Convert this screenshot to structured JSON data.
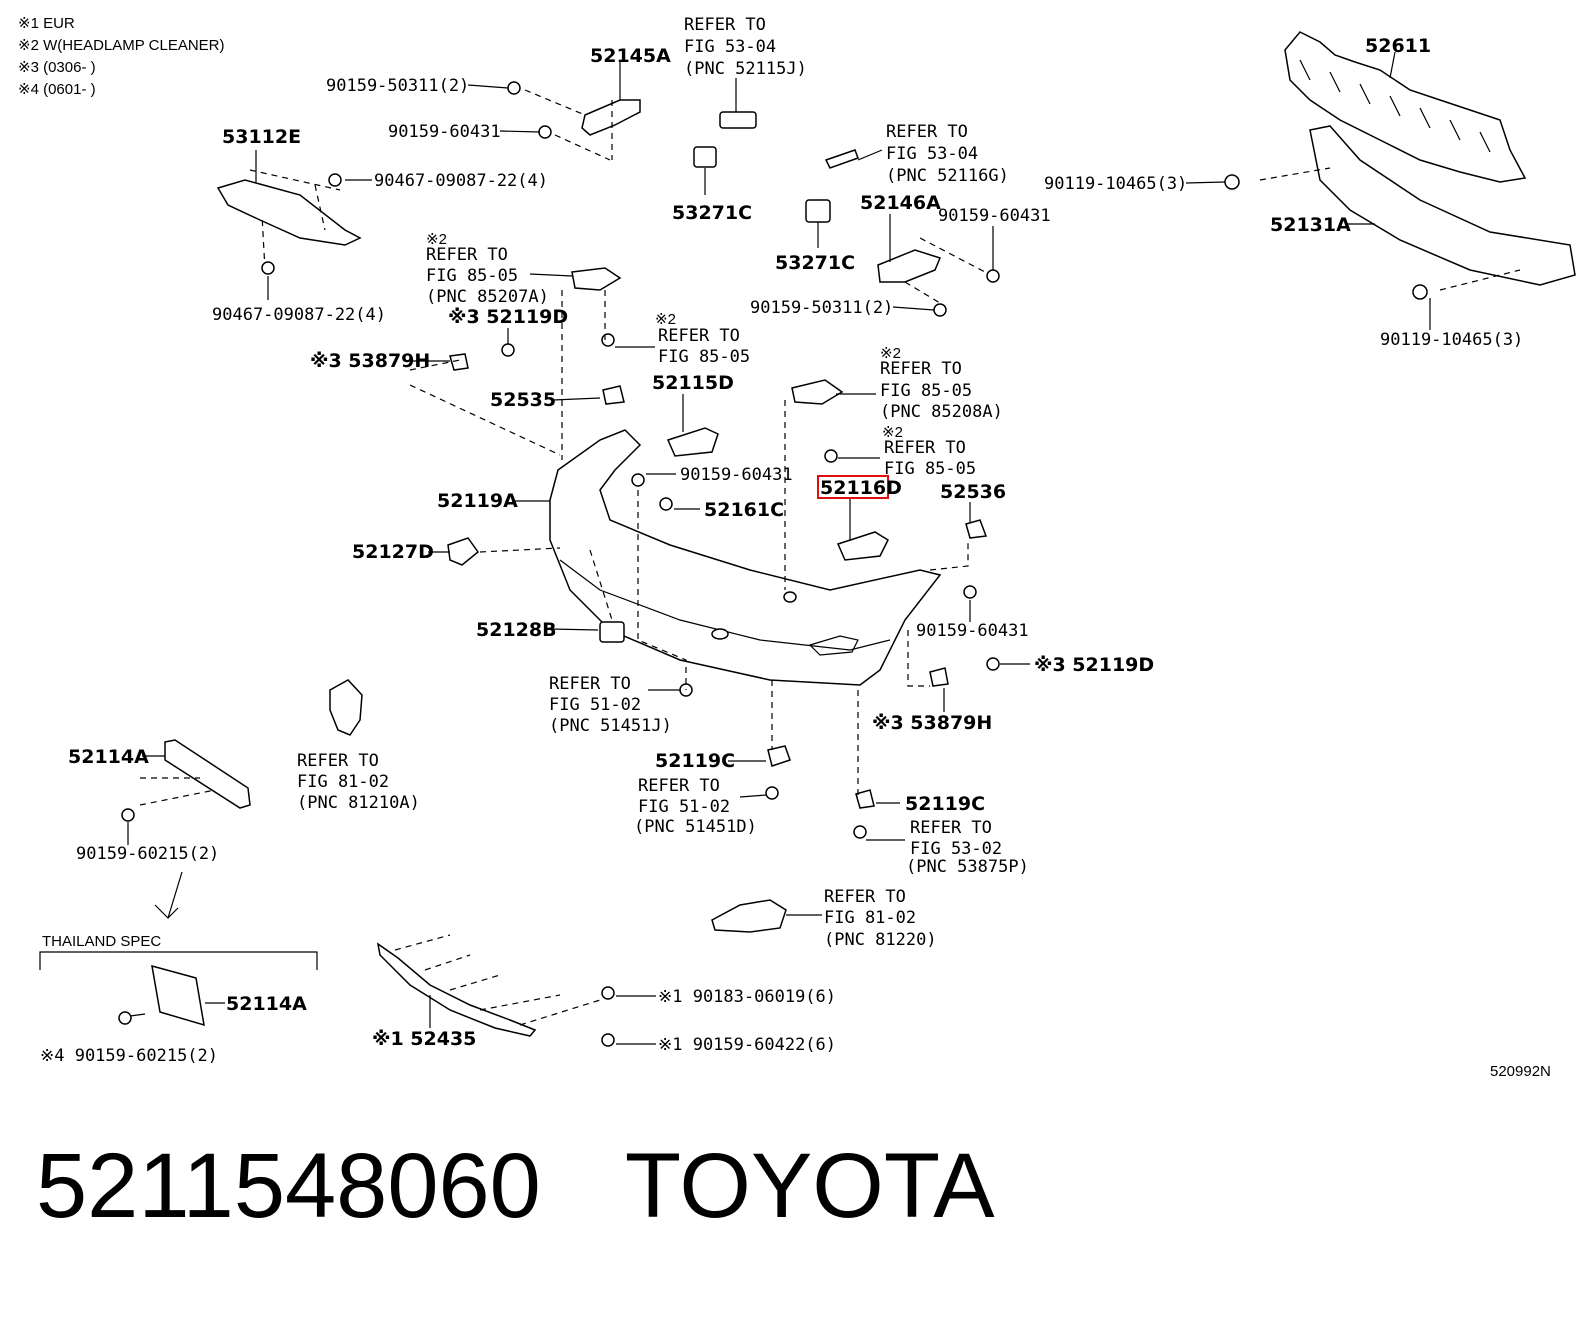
{
  "notes": [
    "※1 EUR",
    "※2 W(HEADLAMP CLEANER)",
    "※3 (0306-        )",
    "※4 (0601-        )"
  ],
  "labels": {
    "p52145A": "52145A",
    "p53112E": "53112E",
    "p52611": "52611",
    "p52131A": "52131A",
    "p53271C_a": "53271C",
    "p53271C_b": "53271C",
    "p52146A": "52146A",
    "p52119D_a": "※3 52119D",
    "p53879H_a": "※3 53879H",
    "p52535": "52535",
    "p52115D": "52115D",
    "p52119A": "52119A",
    "p52161C": "52161C",
    "p52116D": "52116D",
    "p52536": "52536",
    "p52127D": "52127D",
    "p52128B": "52128B",
    "p52119D_b": "※3 52119D",
    "p53879H_b": "※3 53879H",
    "p52114A_a": "52114A",
    "p52119C_a": "52119C",
    "p52119C_b": "52119C",
    "p52114A_b": "52114A",
    "p52435": "※1 52435",
    "b90159_50311_a": "90159-50311(2)",
    "b90159_60431_a": "90159-60431",
    "b90467_a": "90467-09087-22(4)",
    "b90467_b": "90467-09087-22(4)",
    "b90119_a": "90119-10465(3)",
    "b90119_b": "90119-10465(3)",
    "b90159_60431_b": "90159-60431",
    "b90159_50311_b": "90159-50311(2)",
    "b90159_60431_c": "90159-60431",
    "b90159_60431_d": "90159-60431",
    "b90159_60215_a": "90159-60215(2)",
    "b90159_60215_b": "※4 90159-60215(2)",
    "b90183": "※1 90183-06019(6)",
    "b90159_60422": "※1 90159-60422(6)",
    "diagram_code": "520992N",
    "thailand_spec": "THAILAND SPEC"
  },
  "refers": {
    "r1": [
      "REFER TO",
      "FIG 53-04",
      "(PNC 52115J)"
    ],
    "r2": [
      "REFER TO",
      "FIG 53-04",
      "(PNC 52116G)"
    ],
    "r3": [
      "※2",
      "REFER TO",
      "FIG 85-05",
      "(PNC 85207A)"
    ],
    "r4": [
      "※2",
      "REFER TO",
      "FIG 85-05"
    ],
    "r5": [
      "※2",
      "REFER TO",
      "FIG 85-05",
      "(PNC 85208A)"
    ],
    "r6": [
      "※2",
      "REFER TO",
      "FIG 85-05"
    ],
    "r7": [
      "REFER TO",
      "FIG 51-02",
      "(PNC 51451J)"
    ],
    "r8": [
      "REFER TO",
      "FIG 81-02",
      "(PNC 81210A)"
    ],
    "r9": [
      "REFER TO",
      "FIG 51-02",
      "(PNC 51451D)"
    ],
    "r10": [
      "REFER TO",
      "FIG 53-02",
      "(PNC 53875P)"
    ],
    "r11": [
      "REFER TO",
      "FIG 81-02",
      "(PNC 81220)"
    ]
  },
  "highlight_color": "#e01010",
  "footer": {
    "part_number": "5211548060",
    "brand": "TOYOTA"
  }
}
